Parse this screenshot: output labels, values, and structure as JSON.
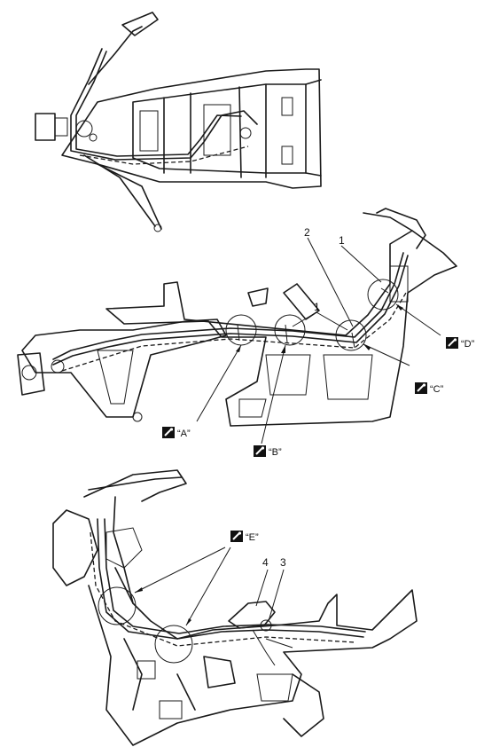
{
  "view_top": {
    "labels": []
  },
  "view_side_right": {
    "part_labels": {
      "a": "2",
      "b": "1",
      "c": "1"
    },
    "callouts": {
      "A": "“A”",
      "B": "“B”",
      "C": "“C”",
      "D": "“D”"
    }
  },
  "view_side_left": {
    "part_labels": {
      "a": "4",
      "b": "3"
    },
    "callouts": {
      "E": "“E”"
    }
  },
  "icons": [
    "torque-wrench-icon"
  ]
}
